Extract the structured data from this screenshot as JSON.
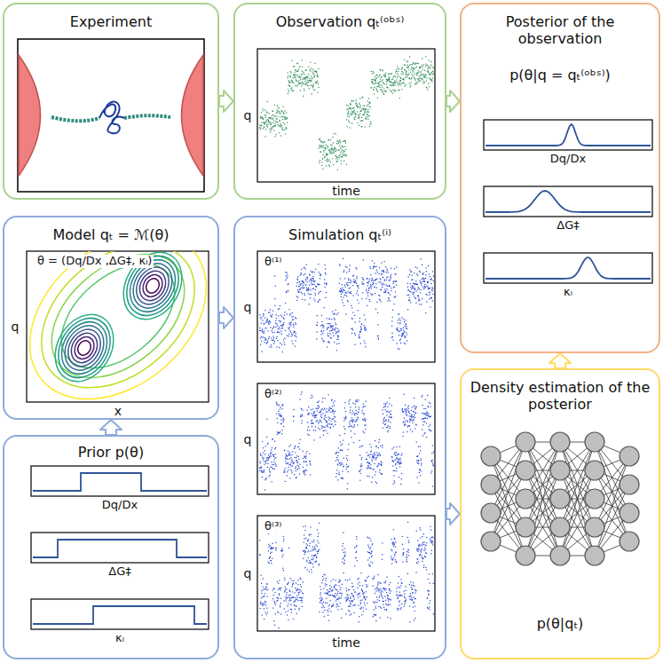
{
  "diagram": {
    "nodes": [
      {
        "text": [
          "Experiment"
        ]
      },
      {
        "text": [
          "Observation qₜ⁽ᵒᵇˢ⁾"
        ]
      },
      {
        "text": [
          "Posterior of the observation",
          "p(θ|q = qₜ⁽ᵒᵇˢ⁾)"
        ]
      },
      {
        "text": [
          "Model qₜ = ℳ(θ)"
        ]
      },
      {
        "text": [
          "Simulation qₜ⁽ⁱ⁾"
        ]
      },
      {
        "text": [
          "Prior p(θ)"
        ]
      },
      {
        "text": [
          "Density estimation of the posterior",
          "p(θ|qₜ)"
        ]
      }
    ],
    "edges": [
      {
        "from": 0,
        "to": 1,
        "arrow": "to"
      },
      {
        "from": 1,
        "to": 2,
        "arrow": "to"
      },
      {
        "from": 5,
        "to": 3,
        "arrow": "to"
      },
      {
        "from": 3,
        "to": 4,
        "arrow": "to"
      },
      {
        "from": 4,
        "to": 6,
        "arrow": "to"
      },
      {
        "from": 6,
        "to": 2,
        "arrow": "to"
      }
    ],
    "labels": [
      "q",
      "time",
      "q",
      "x",
      "θ = (Dq/Dx ,ΔG‡, κₗ)",
      "θ⁽¹⁾",
      "q",
      "θ⁽²⁾",
      "q",
      "θ⁽³⁾",
      "q",
      "time",
      "Dq/Dx",
      "ΔG‡",
      "κₗ",
      "Dq/Dx",
      "ΔG‡",
      "κₗ"
    ]
  }
}
